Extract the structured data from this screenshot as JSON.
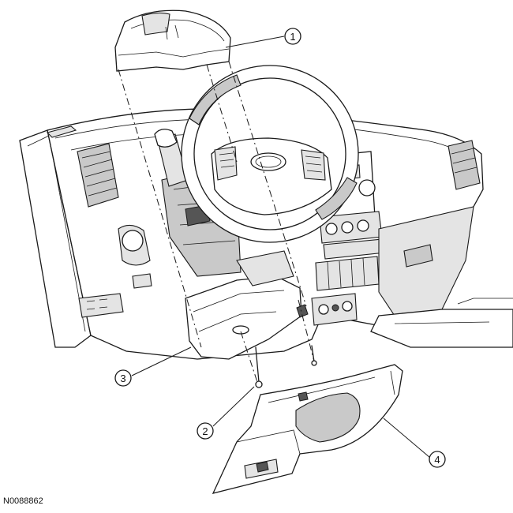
{
  "figure_id": "N0088862",
  "callouts": [
    {
      "label": "1"
    },
    {
      "label": "2"
    },
    {
      "label": "3"
    },
    {
      "label": "4"
    }
  ],
  "colors": {
    "line": "#1a1a1a",
    "shade": "#c9c9c9",
    "background": "#ffffff"
  }
}
